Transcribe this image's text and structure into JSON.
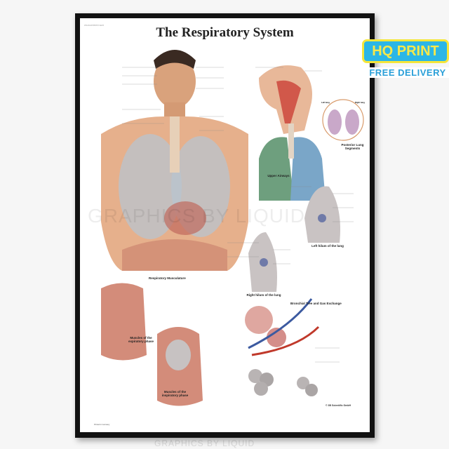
{
  "poster": {
    "title": "The Respiratory System",
    "code": "W12024/65667/1E15",
    "sections": {
      "upper_airways": "Upper Airways",
      "posterior": "Posterior Lung Segments",
      "left_hilum": "Left hilum of the lung",
      "right_hilum": "Right hilum of the lung",
      "musculature": "Respiratory Musculature",
      "bronchial": "Bronchial Tree and Gas Exchange",
      "expiratory": "Muscles of the expiratory phase",
      "inspiratory": "Muscles of the inspiratory phase",
      "left_lung": "Left lung",
      "right_lung": "Right lung"
    },
    "publisher": "© 3B Scientific GmbH",
    "printed": "Printed in Germany"
  },
  "watermark": {
    "top": "GRAPHICS BY LIQUID",
    "bottom": "GRAPHICS BY LIQUID"
  },
  "badge": {
    "label": "HQ PRINT",
    "sub": "FREE DELIVERY",
    "bg": "#2bb6e6",
    "text": "#f7e84a"
  }
}
